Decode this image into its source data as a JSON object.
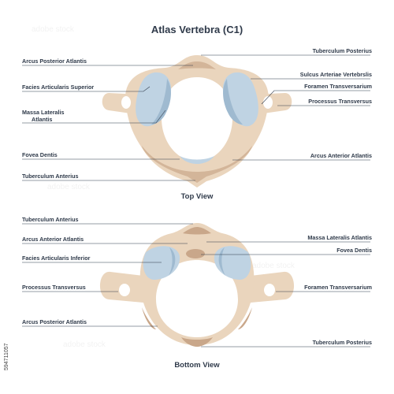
{
  "title": "Atlas Vertebra (C1)",
  "top_view": {
    "caption": "Top View",
    "labels_left": [
      "Arcus Posterior Atlantis",
      "Facies Articularis Superior",
      "Massa Lateralis",
      "Atlantis",
      "Fovea Dentis",
      "Tuberculum Anterius"
    ],
    "labels_right": [
      "Tuberculum Posterius",
      "Sulcus Arteriae Vertebrslis",
      "Foramen Transversarium",
      "Processus Transversus",
      "Arcus Anterior Atlantis"
    ]
  },
  "bottom_view": {
    "caption": "Bottom View",
    "labels_left": [
      "Tuberculum Anterius",
      "Arcus Anterior Atlantis",
      "Facies Articularis Inferior",
      "Processus Transversus",
      "Arcus Posterior Atlantis"
    ],
    "labels_right": [
      "Massa Lateralis Atlantis",
      "Fovea Dentis",
      "Foramen Transversarium",
      "Tuberculum Posterius"
    ]
  },
  "stock_id": "594711057",
  "colors": {
    "bone": "#ead5bd",
    "bone_shadow": "#c9a78a",
    "cartilage": "#bfd3e3",
    "text": "#2f3a4a"
  }
}
